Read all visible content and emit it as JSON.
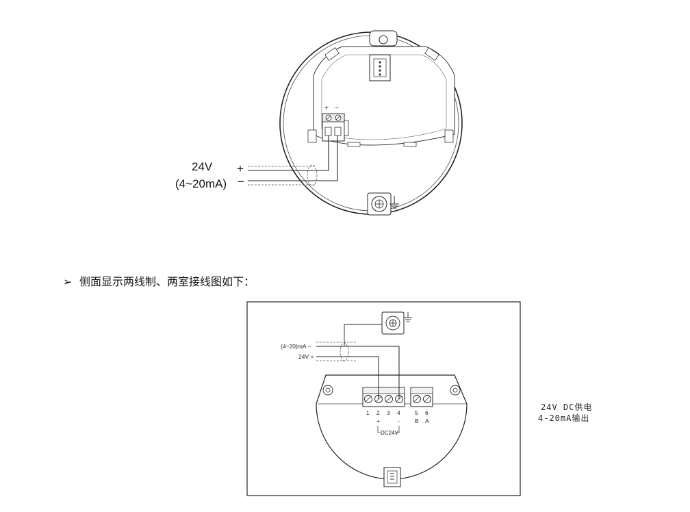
{
  "diagram1": {
    "supply_voltage": "24V",
    "signal": "(4~20mA)",
    "plus": "+",
    "minus": "−",
    "terminal_plus": "+",
    "terminal_minus": "−"
  },
  "heading": {
    "bullet": "➢",
    "text": "侧面显示两线制、两室接线图如下："
  },
  "diagram2": {
    "signal_label": "(4~20)mA −",
    "supply_label": "24V +",
    "terminal_numbers": [
      "1",
      "2",
      "3",
      "4",
      "5",
      "6"
    ],
    "plus": "+",
    "minus": "-",
    "bus_b": "B",
    "bus_a": "A",
    "dc_label": "DC24V",
    "note_line1": "24V DC供电",
    "note_line2": "4-20mA输出"
  }
}
